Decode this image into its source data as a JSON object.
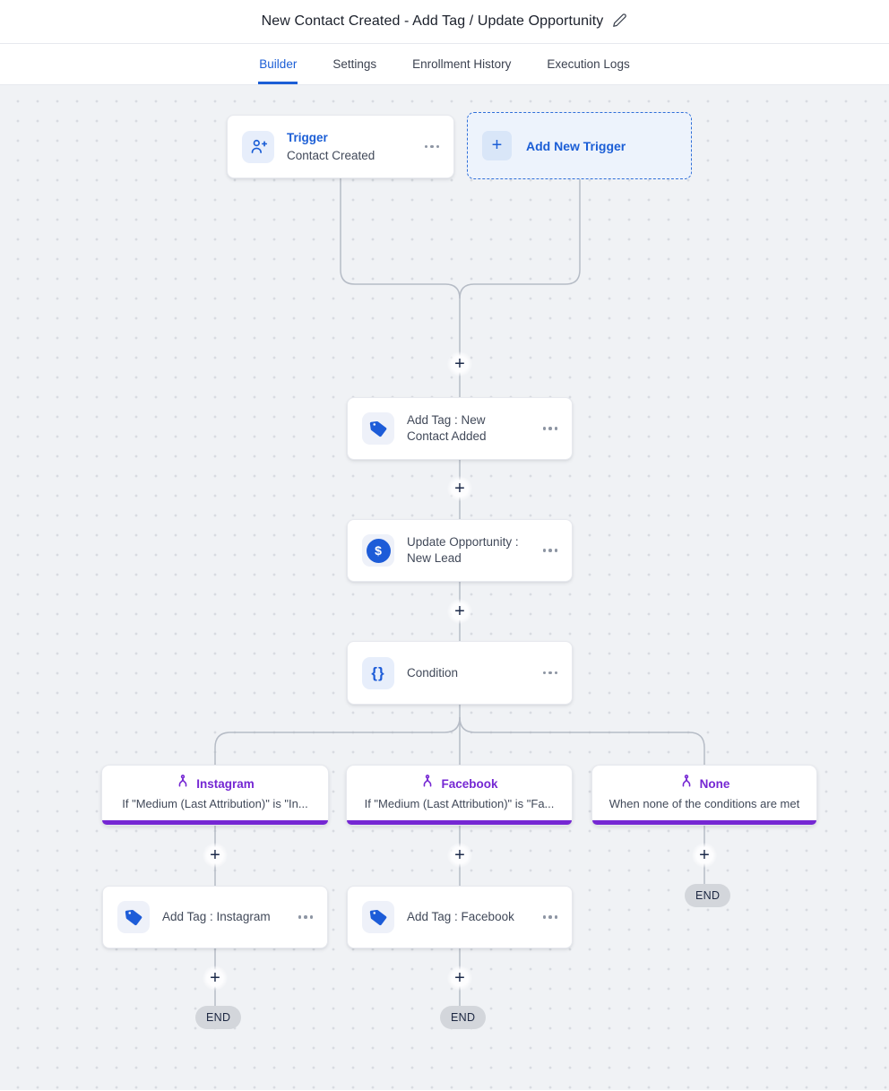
{
  "header": {
    "title": "New Contact Created - Add Tag / Update Opportunity"
  },
  "tabs": {
    "builder": "Builder",
    "settings": "Settings",
    "enrollment_history": "Enrollment History",
    "execution_logs": "Execution Logs"
  },
  "nodes": {
    "trigger": {
      "title": "Trigger",
      "subtitle": "Contact Created"
    },
    "add_new_trigger": {
      "label": "Add New Trigger"
    },
    "add_tag_new_contact": {
      "title": "Add Tag : New Contact Added"
    },
    "update_opportunity": {
      "title": "Update Opportunity : New Lead"
    },
    "condition": {
      "title": "Condition"
    },
    "branch_instagram": {
      "title": "Instagram",
      "subtitle": "If \"Medium (Last Attribution)\" is \"In..."
    },
    "branch_facebook": {
      "title": "Facebook",
      "subtitle": "If \"Medium (Last Attribution)\" is \"Fa..."
    },
    "branch_none": {
      "title": "None",
      "subtitle": "When none of the conditions are met"
    },
    "add_tag_instagram": {
      "title": "Add Tag : Instagram"
    },
    "add_tag_facebook": {
      "title": "Add Tag : Facebook"
    }
  },
  "markers": {
    "plus": "+",
    "end": "END",
    "dollar": "$",
    "braces": "{}"
  },
  "colors": {
    "accent_blue": "#1b5ed6",
    "accent_purple": "#7527d3",
    "canvas_background": "#f0f2f5",
    "connector_line": "#b6bcc6",
    "end_pill_background": "#d3d6db"
  }
}
